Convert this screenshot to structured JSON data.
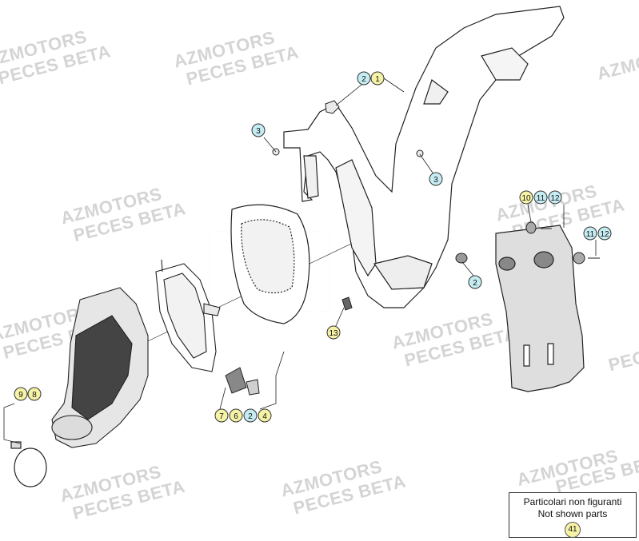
{
  "watermark": {
    "brand": "AZMOTORS",
    "sub": "PECES BETA"
  },
  "colors": {
    "callout_yellow": "#f6f3a6",
    "callout_cyan": "#c6ecf3",
    "line": "#222222"
  },
  "callouts": {
    "c1": "1",
    "c2a": "2",
    "c3a": "3",
    "c3b": "3",
    "c2b": "2",
    "c10": "10",
    "c11a": "11",
    "c12a": "12",
    "c11b": "11",
    "c12b": "12",
    "c13": "13",
    "c9": "9",
    "c8": "8",
    "c7": "7",
    "c6": "6",
    "c2c": "2",
    "c4": "4"
  },
  "note": {
    "line1": "Particolari non figuranti",
    "line2": "Not shown parts",
    "number": "41"
  }
}
